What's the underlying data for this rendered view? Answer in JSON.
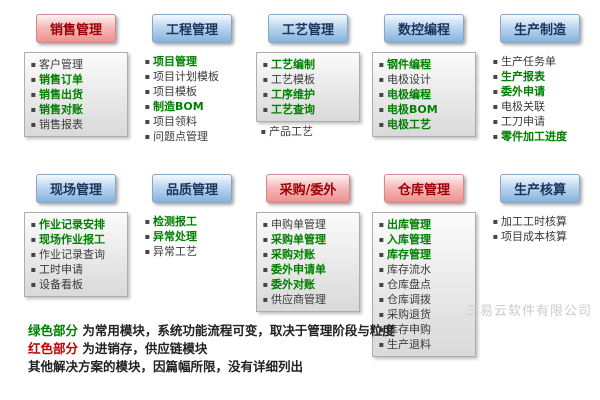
{
  "colors": {
    "header_blue": "#85b2dc",
    "header_red": "#ee9090",
    "header_blue_text": "#17375e",
    "header_red_text": "#9c0006",
    "item_green": "#008000",
    "legend_red": "#c00000",
    "text_dark": "#3a3a3a"
  },
  "modules": [
    {
      "name": "sales-management",
      "title": "销售管理",
      "style": "red",
      "boxed": true,
      "row": 1,
      "items": [
        {
          "text": "客户管理",
          "green": false
        },
        {
          "text": "销售订单",
          "green": true
        },
        {
          "text": "销售出货",
          "green": true
        },
        {
          "text": "销售对账",
          "green": true
        },
        {
          "text": "销售报表",
          "green": false
        }
      ]
    },
    {
      "name": "engineering-management",
      "title": "工程管理",
      "style": "blue",
      "boxed": false,
      "row": 1,
      "items": [
        {
          "text": "项目管理",
          "green": true
        },
        {
          "text": "项目计划模板",
          "green": false
        },
        {
          "text": "项目模板",
          "green": false
        },
        {
          "text": "制造BOM",
          "green": true
        },
        {
          "text": "项目领料",
          "green": false
        },
        {
          "text": "问题点管理",
          "green": false
        }
      ]
    },
    {
      "name": "process-management",
      "title": "工艺管理",
      "style": "blue",
      "boxed": true,
      "box_items": 4,
      "row": 1,
      "items": [
        {
          "text": "工艺编制",
          "green": true
        },
        {
          "text": "工艺模板",
          "green": false
        },
        {
          "text": "工序维护",
          "green": true
        },
        {
          "text": "工艺查询",
          "green": true
        },
        {
          "text": "产品工艺",
          "green": false
        }
      ]
    },
    {
      "name": "cnc-programming",
      "title": "数控编程",
      "style": "blue",
      "boxed": true,
      "row": 1,
      "items": [
        {
          "text": "钢件编程",
          "green": true
        },
        {
          "text": "电极设计",
          "green": false
        },
        {
          "text": "电极编程",
          "green": true
        },
        {
          "text": "电极BOM",
          "green": true
        },
        {
          "text": "电极工艺",
          "green": true
        }
      ]
    },
    {
      "name": "production-manufacturing",
      "title": "生产制造",
      "style": "blue",
      "boxed": false,
      "row": 1,
      "items": [
        {
          "text": "生产任务单",
          "green": false
        },
        {
          "text": "生产报表",
          "green": true
        },
        {
          "text": "委外申请",
          "green": true
        },
        {
          "text": "电极关联",
          "green": false
        },
        {
          "text": "工刀申请",
          "green": false
        },
        {
          "text": "零件加工进度",
          "green": true
        }
      ]
    },
    {
      "name": "shopfloor-management",
      "title": "现场管理",
      "style": "blue",
      "boxed": true,
      "row": 2,
      "items": [
        {
          "text": "作业记录安排",
          "green": true
        },
        {
          "text": "现场作业报工",
          "green": true
        },
        {
          "text": "作业记录查询",
          "green": false
        },
        {
          "text": "工时申请",
          "green": false
        },
        {
          "text": "设备看板",
          "green": false
        }
      ]
    },
    {
      "name": "quality-management",
      "title": "品质管理",
      "style": "blue",
      "boxed": false,
      "row": 2,
      "items": [
        {
          "text": "检测报工",
          "green": true
        },
        {
          "text": "异常处理",
          "green": true
        },
        {
          "text": "异常工艺",
          "green": false
        }
      ]
    },
    {
      "name": "purchasing-outsourcing",
      "title": "采购/委外",
      "style": "red",
      "boxed": true,
      "row": 2,
      "items": [
        {
          "text": "申购单管理",
          "green": false
        },
        {
          "text": "采购单管理",
          "green": true
        },
        {
          "text": "采购对账",
          "green": true
        },
        {
          "text": "委外申请单",
          "green": true
        },
        {
          "text": "委外对账",
          "green": true
        },
        {
          "text": "供应商管理",
          "green": false
        }
      ]
    },
    {
      "name": "warehouse-management",
      "title": "仓库管理",
      "style": "red",
      "boxed": true,
      "row": 2,
      "items": [
        {
          "text": "出库管理",
          "green": true
        },
        {
          "text": "入库管理",
          "green": true
        },
        {
          "text": "库存管理",
          "green": true
        },
        {
          "text": "库存流水",
          "green": false
        },
        {
          "text": "仓库盘点",
          "green": false
        },
        {
          "text": "仓库调拨",
          "green": false
        },
        {
          "text": "采购退货",
          "green": false
        },
        {
          "text": "库存申购",
          "green": false
        },
        {
          "text": "生产退料",
          "green": false
        }
      ]
    },
    {
      "name": "production-accounting",
      "title": "生产核算",
      "style": "blue",
      "boxed": false,
      "row": 2,
      "items": [
        {
          "text": "加工工时核算",
          "green": false
        },
        {
          "text": "项目成本核算",
          "green": false
        }
      ]
    }
  ],
  "legend": {
    "green_label": "绿色部分",
    "green_text": " 为常用模块，系统功能流程可变，取决于管理阶段与粒度",
    "red_label": "红色部分",
    "red_text": " 为进销存，供应链模块",
    "other_text": "其他解决方案的模块，因篇幅所限，没有详细列出"
  },
  "watermark": "三易云软件有限公司"
}
